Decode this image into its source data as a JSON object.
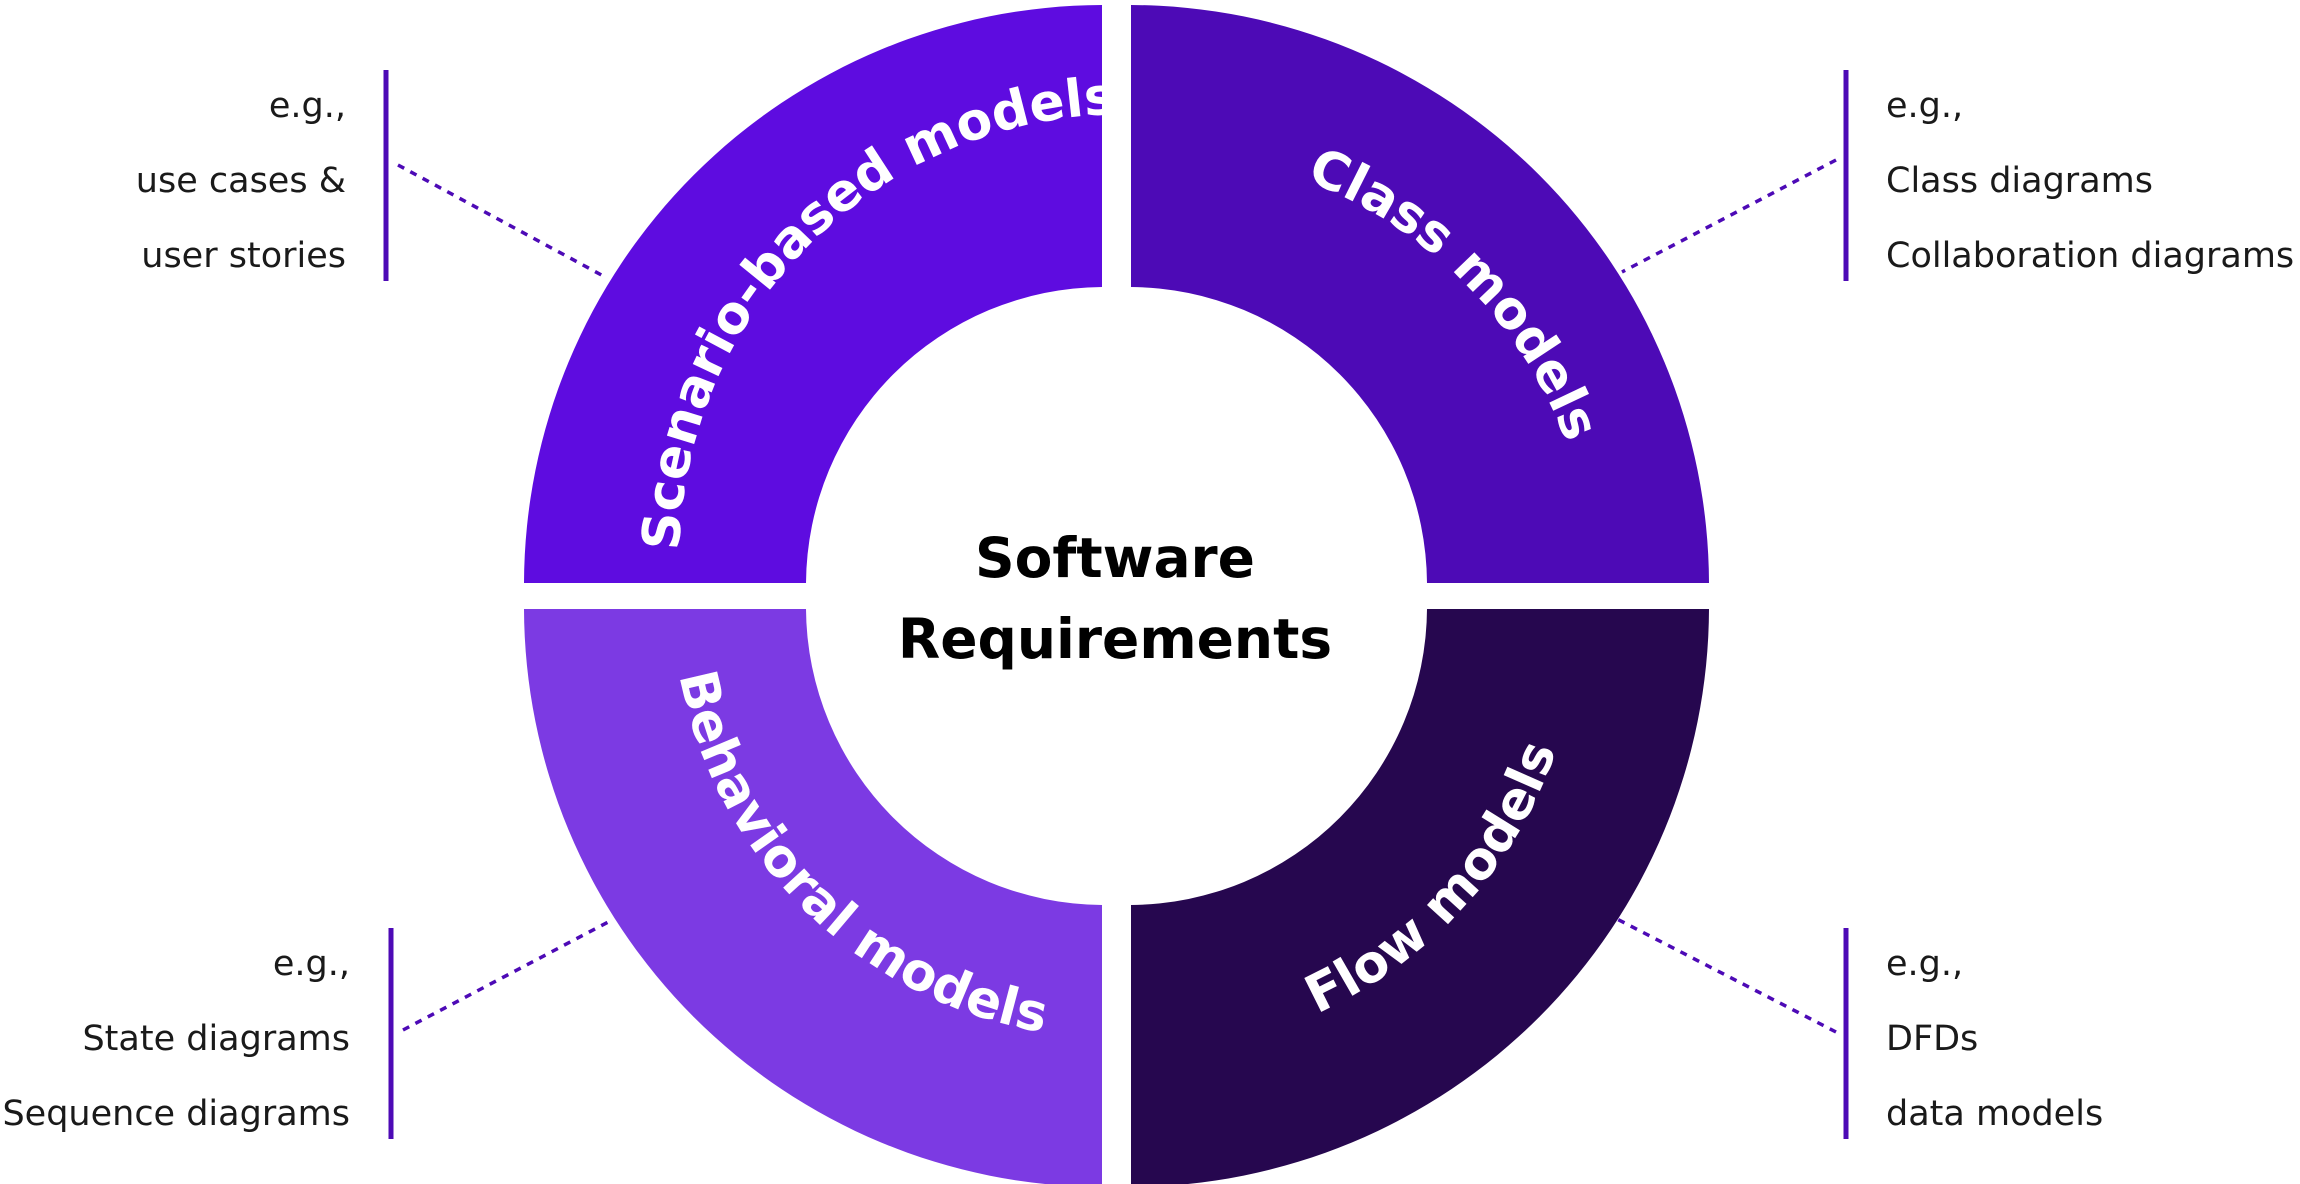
{
  "center": {
    "line1": "Software",
    "line2": "Requirements"
  },
  "segments": [
    {
      "id": "scenario",
      "label": "Scenario-based models",
      "color": "#5e0ce0"
    },
    {
      "id": "class",
      "label": "Class models",
      "color": "#4d0ab6"
    },
    {
      "id": "behavioral",
      "label": "Behavioral models",
      "color": "#7c3ae3"
    },
    {
      "id": "flow",
      "label": "Flow models",
      "color": "#26074f"
    }
  ],
  "examples": {
    "scenario": [
      "e.g.,",
      "use cases &",
      "user stories"
    ],
    "class": [
      "e.g.,",
      "Class diagrams",
      "Collaboration diagrams"
    ],
    "behavioral": [
      "e.g.,",
      "State diagrams",
      "Sequence diagrams"
    ],
    "flow": [
      "e.g.,",
      "DFDs",
      "data models"
    ]
  },
  "accent_color": "#4d0ab6"
}
